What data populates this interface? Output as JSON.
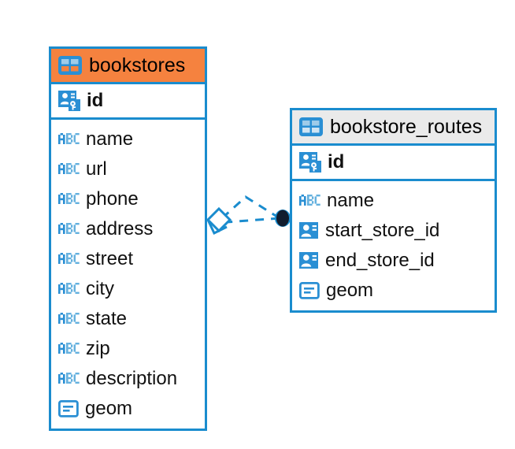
{
  "diagram": {
    "type": "entity-relationship-diagram",
    "background": "#ffffff",
    "accent_color": "#1a8cce",
    "highlight_color": "#f5823f",
    "neutral_header_color": "#eaeaea"
  },
  "entities": [
    {
      "name": "bookstores",
      "header_style": "orange",
      "header_icon": "table-icon",
      "primary_key": {
        "label": "id",
        "icon": "primary-key-icon"
      },
      "fields": [
        {
          "label": "name",
          "icon": "text-abc-icon"
        },
        {
          "label": "url",
          "icon": "text-abc-icon"
        },
        {
          "label": "phone",
          "icon": "text-abc-icon"
        },
        {
          "label": "address",
          "icon": "text-abc-icon"
        },
        {
          "label": "street",
          "icon": "text-abc-icon"
        },
        {
          "label": "city",
          "icon": "text-abc-icon"
        },
        {
          "label": "state",
          "icon": "text-abc-icon"
        },
        {
          "label": "zip",
          "icon": "text-abc-icon"
        },
        {
          "label": "description",
          "icon": "text-abc-icon"
        },
        {
          "label": "geom",
          "icon": "geometry-icon"
        }
      ]
    },
    {
      "name": "bookstore_routes",
      "header_style": "gray",
      "header_icon": "table-icon",
      "primary_key": {
        "label": "id",
        "icon": "primary-key-icon"
      },
      "fields": [
        {
          "label": "name",
          "icon": "text-abc-icon"
        },
        {
          "label": "start_store_id",
          "icon": "foreign-key-icon"
        },
        {
          "label": "end_store_id",
          "icon": "foreign-key-icon"
        },
        {
          "label": "geom",
          "icon": "geometry-icon"
        }
      ]
    }
  ],
  "relationship": {
    "style": "dashed",
    "color": "#1a8cce",
    "source_marker": "diamond-outline",
    "target_marker": "filled-circle",
    "target_marker_color": "#0d1b33"
  }
}
